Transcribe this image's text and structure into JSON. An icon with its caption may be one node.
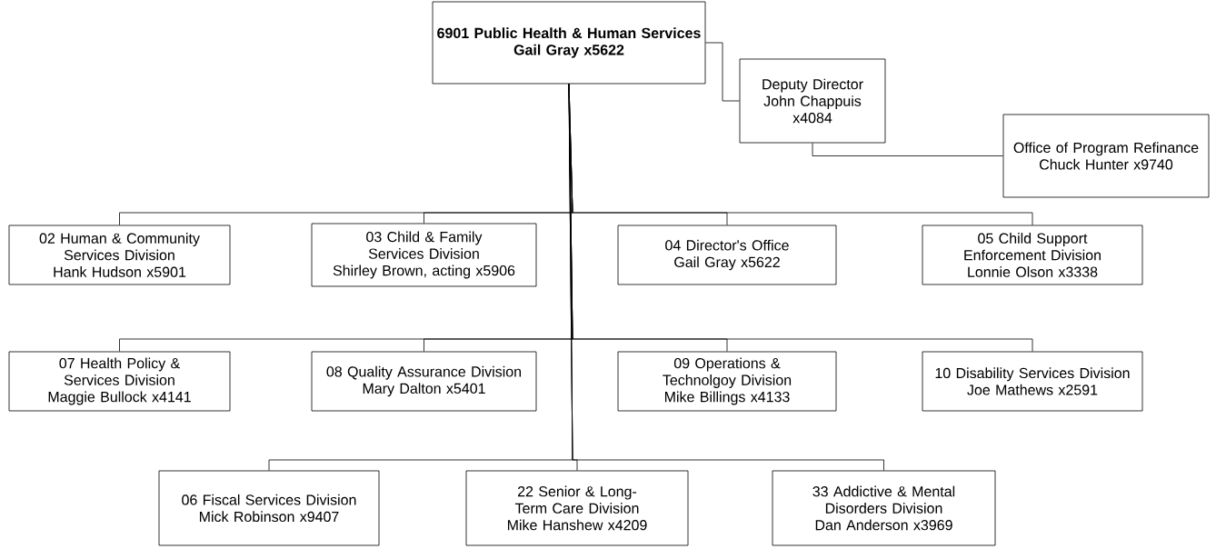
{
  "diagram": {
    "nodes": [
      {
        "text": [
          "6901 Public Health & Human Services",
          "Gail Gray x5622"
        ]
      },
      {
        "text": [
          "Deputy Director",
          "John Chappuis x4084"
        ]
      },
      {
        "text": [
          "Office of Program Refinance",
          "Chuck Hunter x9740"
        ]
      },
      {
        "text": [
          "02 Human & Community Services Division",
          "Hank Hudson x5901"
        ]
      },
      {
        "text": [
          "03 Child & Family Services Division",
          "Shirley Brown, acting x5906"
        ]
      },
      {
        "text": [
          "04 Director's Office",
          "Gail Gray x5622"
        ]
      },
      {
        "text": [
          "05 Child Support Enforcement Division",
          "Lonnie Olson x3338"
        ]
      },
      {
        "text": [
          "07 Health Policy & Services Division",
          "Maggie Bullock x4141"
        ]
      },
      {
        "text": [
          "08 Quality Assurance Division",
          "Mary Dalton x5401"
        ]
      },
      {
        "text": [
          "09 Operations & Technolgoy Division",
          "Mike Billings x4133"
        ]
      },
      {
        "text": [
          "10 Disability Services Division",
          "Joe Mathews x2591"
        ]
      },
      {
        "text": [
          "06 Fiscal Services Division",
          "Mick Robinson x9407"
        ]
      },
      {
        "text": [
          "22 Senior & Long-Term Care Division",
          "Mike Hanshew x4209"
        ]
      },
      {
        "text": [
          "33 Addictive & Mental Disorders Division",
          "Dan Anderson x3969"
        ]
      }
    ],
    "edges": [
      {
        "from": 0,
        "to": 1,
        "arrow": "none"
      },
      {
        "from": 1,
        "to": 2,
        "arrow": "none"
      },
      {
        "from": 0,
        "to": 3,
        "arrow": "none"
      },
      {
        "from": 0,
        "to": 4,
        "arrow": "none"
      },
      {
        "from": 0,
        "to": 5,
        "arrow": "none"
      },
      {
        "from": 0,
        "to": 6,
        "arrow": "none"
      },
      {
        "from": 0,
        "to": 7,
        "arrow": "none"
      },
      {
        "from": 0,
        "to": 8,
        "arrow": "none"
      },
      {
        "from": 0,
        "to": 9,
        "arrow": "none"
      },
      {
        "from": 0,
        "to": 10,
        "arrow": "none"
      },
      {
        "from": 0,
        "to": 11,
        "arrow": "none"
      },
      {
        "from": 0,
        "to": 12,
        "arrow": "none"
      },
      {
        "from": 0,
        "to": 13,
        "arrow": "none"
      }
    ]
  }
}
